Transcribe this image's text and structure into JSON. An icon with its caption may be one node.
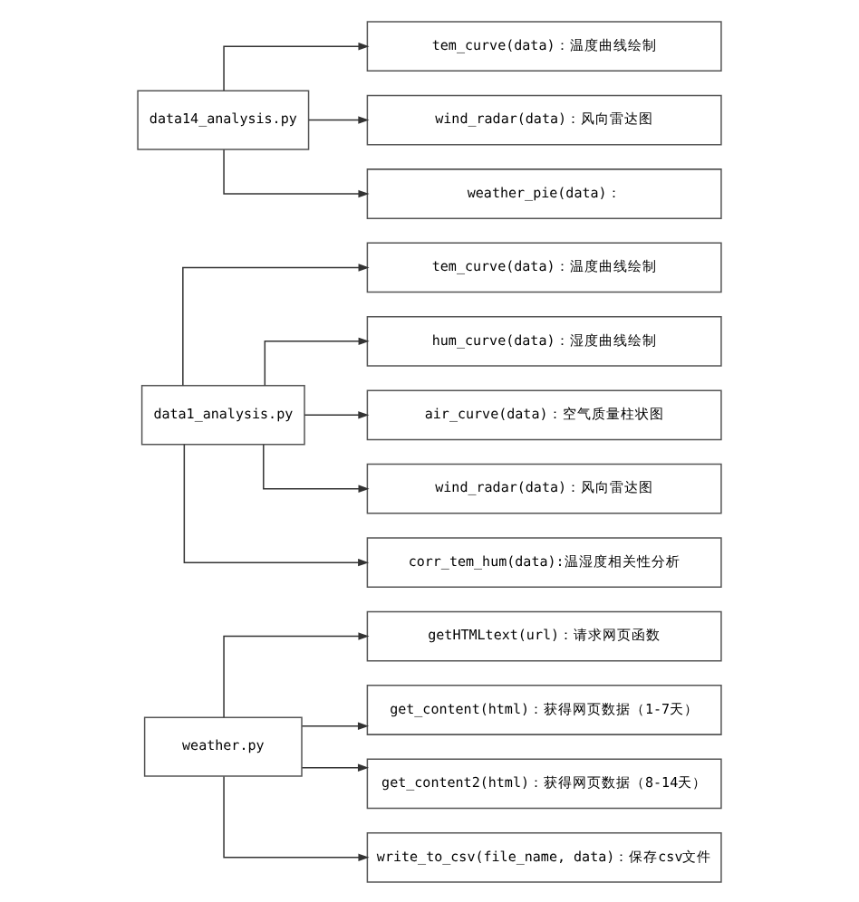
{
  "diagram": {
    "nodes": [
      {
        "text": [
          "weather.py"
        ]
      },
      {
        "text": [
          "getHTMLtext(url)：请求网页函数"
        ]
      },
      {
        "text": [
          "get_content(html)：获得网页数据（1-7天）"
        ]
      },
      {
        "text": [
          "get_content2(html)：获得网页数据（8-14天）"
        ]
      },
      {
        "text": [
          "write_to_csv(file_name, data)：保存csv文件"
        ]
      },
      {
        "text": [
          "data1_analysis.py"
        ]
      },
      {
        "text": [
          "tem_curve(data)：温度曲线绘制"
        ]
      },
      {
        "text": [
          "hum_curve(data)：湿度曲线绘制"
        ]
      },
      {
        "text": [
          "air_curve(data)：空气质量柱状图"
        ]
      },
      {
        "text": [
          "wind_radar(data)：风向雷达图"
        ]
      },
      {
        "text": [
          "corr_tem_hum(data):温湿度相关性分析"
        ]
      },
      {
        "text": [
          "data14_analysis.py"
        ]
      },
      {
        "text": [
          "tem_curve(data)：温度曲线绘制"
        ]
      },
      {
        "text": [
          "wind_radar(data)：风向雷达图"
        ]
      },
      {
        "text": [
          "weather_pie(data)："
        ]
      }
    ],
    "edges": [
      {
        "from": 0,
        "to": 1,
        "arrow": "to"
      },
      {
        "from": 0,
        "to": 2,
        "arrow": "to"
      },
      {
        "from": 0,
        "to": 3,
        "arrow": "to"
      },
      {
        "from": 0,
        "to": 4,
        "arrow": "to"
      },
      {
        "from": 5,
        "to": 6,
        "arrow": "to"
      },
      {
        "from": 5,
        "to": 7,
        "arrow": "to"
      },
      {
        "from": 5,
        "to": 8,
        "arrow": "to"
      },
      {
        "from": 5,
        "to": 9,
        "arrow": "to"
      },
      {
        "from": 5,
        "to": 10,
        "arrow": "to"
      },
      {
        "from": 11,
        "to": 12,
        "arrow": "to"
      },
      {
        "from": 11,
        "to": 13,
        "arrow": "to"
      },
      {
        "from": 11,
        "to": 14,
        "arrow": "to"
      }
    ]
  }
}
